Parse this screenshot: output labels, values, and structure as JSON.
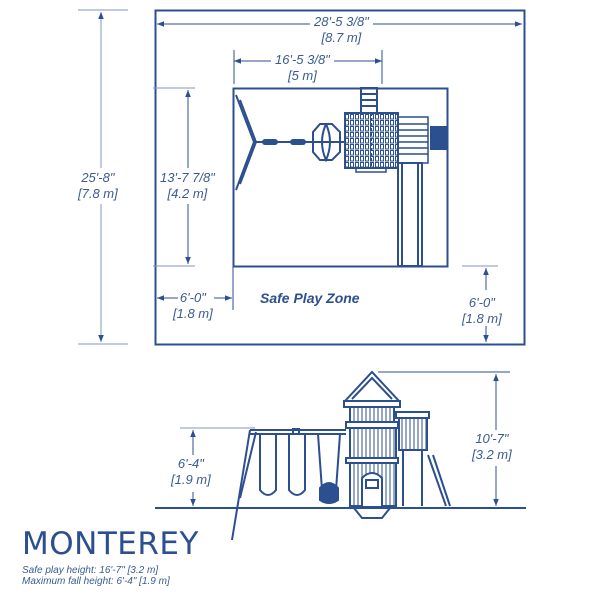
{
  "product": {
    "name": "MONTEREY",
    "notes": [
      "Safe play height: 16'-7\" [3.2 m]",
      "Maximum fall height: 6'-4\" [1.9 m]"
    ]
  },
  "colors": {
    "line": "#2c4f8f",
    "light_line": "#7f97c4",
    "text": "#3b5a93"
  },
  "top_view": {
    "zone_label": "Safe Play Zone",
    "dimensions": {
      "overall_width": {
        "imperial": "28'-5 3/8\"",
        "metric": "[8.7 m]"
      },
      "structure_width": {
        "imperial": "16'-5 3/8\"",
        "metric": "[5 m]"
      },
      "overall_depth": {
        "imperial": "25'-8\"",
        "metric": "[7.8 m]"
      },
      "structure_depth": {
        "imperial": "13'-7 7/8\"",
        "metric": "[4.2 m]"
      },
      "left_clearance": {
        "imperial": "6'-0\"",
        "metric": "[1.8 m]"
      },
      "front_clearance": {
        "imperial": "6'-0\"",
        "metric": "[1.8 m]"
      }
    }
  },
  "front_view": {
    "dimensions": {
      "swing_beam_height": {
        "imperial": "6'-4\"",
        "metric": "[1.9 m]"
      },
      "overall_height": {
        "imperial": "10'-7\"",
        "metric": "[3.2 m]"
      }
    }
  }
}
